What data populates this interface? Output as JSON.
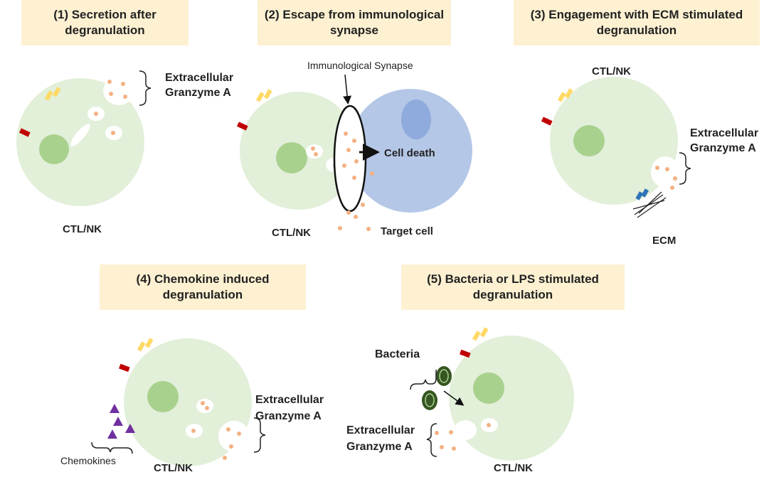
{
  "panels": [
    {
      "title": "(1) Secretion after degranulation"
    },
    {
      "title": "(2) Escape from immunological synapse"
    },
    {
      "title": "(3) Engagement with ECM stimulated degranulation"
    },
    {
      "title": "(4) Chemokine induced degranulation"
    },
    {
      "title": "(5) Bacteria or LPS stimulated degranulation"
    }
  ],
  "labels": {
    "cell": "CTL/NK",
    "extracellular_line1": "Extracellular",
    "extracellular_line2": "Granzyme A",
    "immunological_synapse": "Immunological Synapse",
    "cell_death": "Cell death",
    "target_cell": "Target cell",
    "ecm": "ECM",
    "chemokines": "Chemokines",
    "bacteria": "Bacteria"
  },
  "colors": {
    "cell_fill": "#e2efd9",
    "nucleus_fill": "#a9d18e",
    "target_fill": "#b4c7e7",
    "target_nucleus": "#8faadc",
    "granule": "#f4b183",
    "receptor_yellow": "#ffd966",
    "receptor_red": "#c00000",
    "title_bg": "#fdf1d2",
    "chemokine": "#7030a0",
    "ecm_receptor": "#2e75b6",
    "bacteria": "#375623"
  }
}
